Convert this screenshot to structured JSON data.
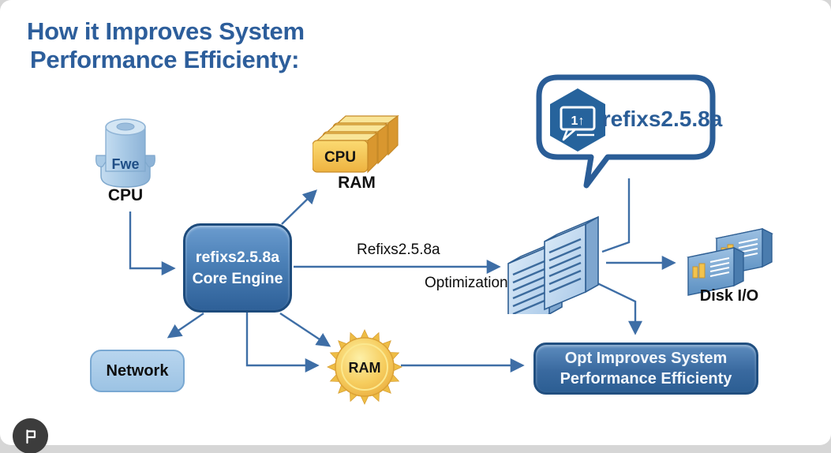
{
  "title": {
    "line1": "How it Improves System",
    "line2": "Performance Efficienty:"
  },
  "diagram": {
    "cpu_source": {
      "icon_text": "Fwe",
      "label": "CPU"
    },
    "ram_memory": {
      "icon_text": "CPU",
      "label": "RAM"
    },
    "core_engine": {
      "line1": "refixs2.5.8a",
      "line2": "Core Engine"
    },
    "version_bubble": {
      "label": "refixs2.5.8a",
      "icon_glyph": "1↑"
    },
    "optimization_edge": {
      "label_top": "Refixs2.5.8a",
      "label_bottom": "Optimization"
    },
    "disk_io": {
      "label": "Disk I/O"
    },
    "network": {
      "label": "Network"
    },
    "ram_badge": {
      "label": "RAM"
    },
    "result": {
      "line1": "Opt Improves System",
      "line2": "Performance Efficienty"
    }
  },
  "palette": {
    "title_blue": "#2d5e9b",
    "arrow_blue": "#3e6ea6",
    "core_box_top": "#6b9ccf",
    "core_box_bottom": "#2e6098",
    "bubble_border": "#2a5d97",
    "gold": "#f0c04a",
    "light_blue_fill": "#aecfeb"
  }
}
